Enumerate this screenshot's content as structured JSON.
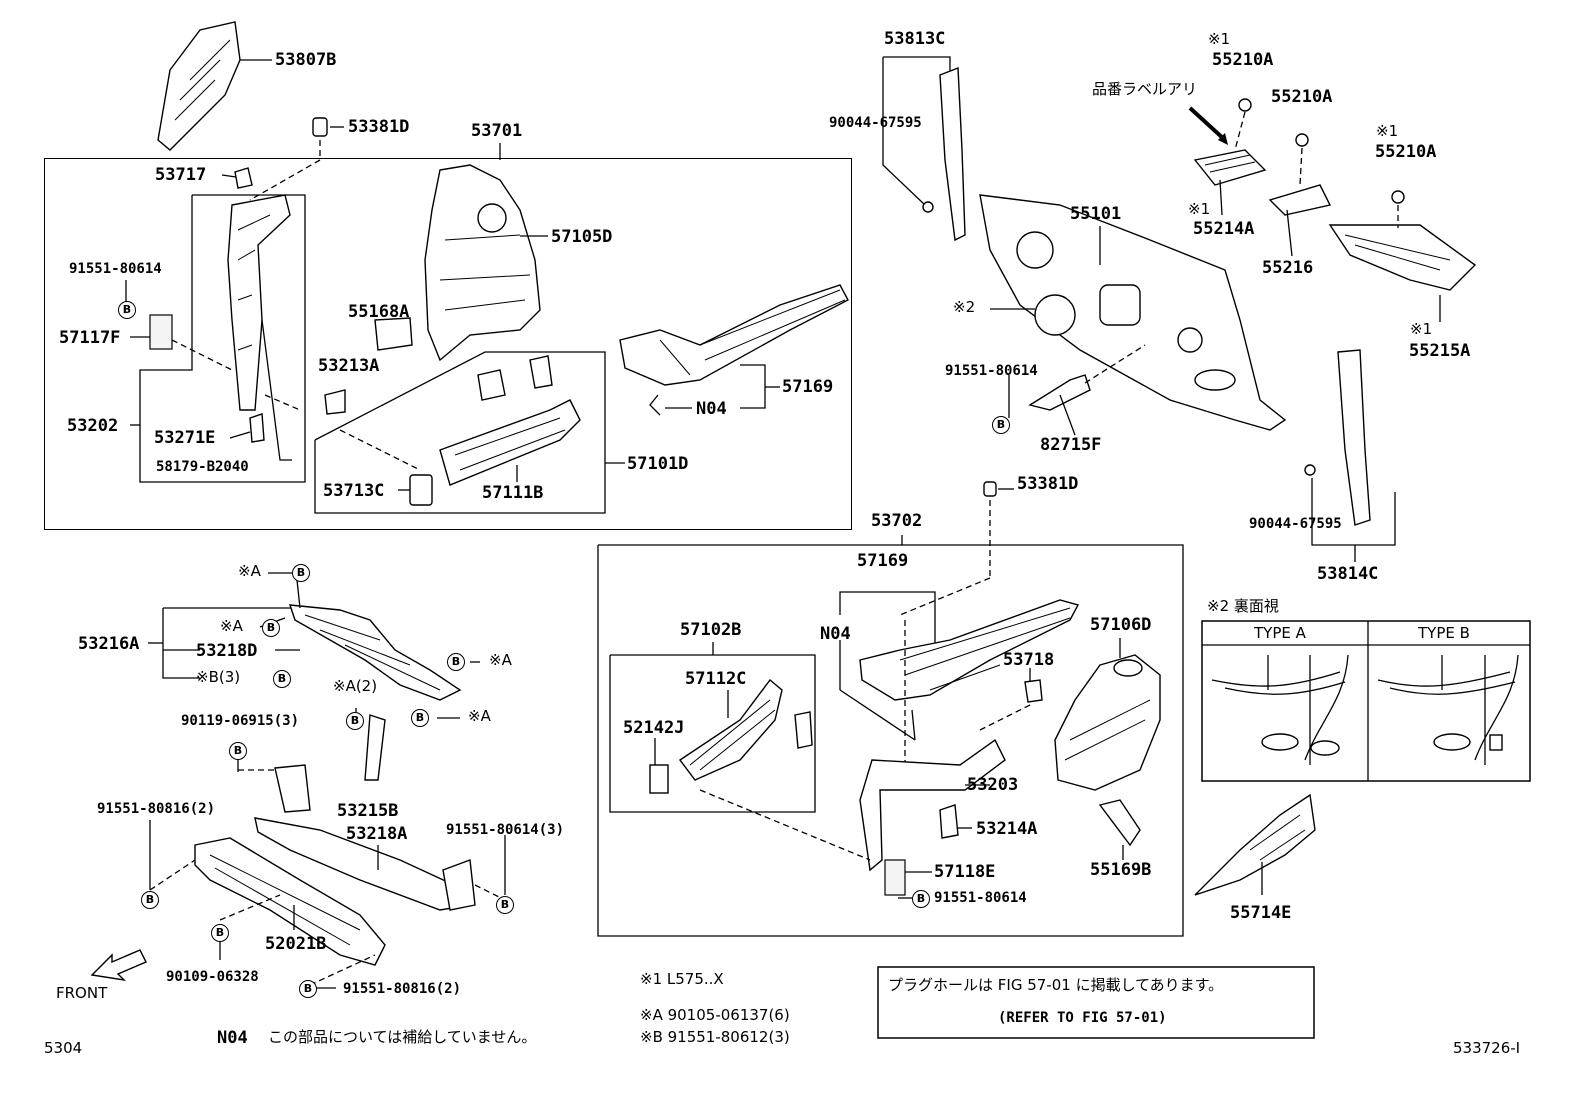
{
  "labels": {
    "p53807B": "53807B",
    "p53381D_a": "53381D",
    "p53701": "53701",
    "p53717": "53717",
    "p57105D": "57105D",
    "p91551_80614_a": "91551-80614",
    "p57117F": "57117F",
    "p55168A": "55168A",
    "p53213A": "53213A",
    "p53202": "53202",
    "p53271E": "53271E",
    "p58179": "58179-B2040",
    "p57169_a": "57169",
    "pN04_a": "N04",
    "p57101D": "57101D",
    "p53713C": "53713C",
    "p57111B": "57111B",
    "p53813C": "53813C",
    "p90044_a": "90044-67595",
    "p55101": "55101",
    "p_note2": "※2",
    "p91551_80614_b": "91551-80614",
    "p82715F": "82715F",
    "p55210A_1": "55210A",
    "p55210A_2": "55210A",
    "p55210A_3": "55210A",
    "p_note1_a": "※1",
    "p_note1_b": "※1",
    "p_note1_c": "※1",
    "p_note1_d": "※1",
    "p_label_jp": "品番ラベルアリ",
    "p55214A": "55214A",
    "p55216": "55216",
    "p55215A": "55215A",
    "p53381D_b": "53381D",
    "p90044_b": "90044-67595",
    "p53814C": "53814C",
    "p53702": "53702",
    "p57169_b": "57169",
    "pN04_b": "N04",
    "p57106D": "57106D",
    "p53718": "53718",
    "p57102B": "57102B",
    "p57112C": "57112C",
    "p52142J": "52142J",
    "p53203": "53203",
    "p53214A": "53214A",
    "p57118E": "57118E",
    "p55169B": "55169B",
    "p91551_80614_c": "91551-80614",
    "p55714E": "55714E",
    "p_xa1": "※A",
    "p_xa2": "※A",
    "p_xa3": "※A",
    "p_xa4": "※A",
    "p_xa5": "※A(2)",
    "p_xb": "※B(3)",
    "p53216A": "53216A",
    "p53218D": "53218D",
    "p90119": "90119-06915(3)",
    "p53215B": "53215B",
    "p53218A": "53218A",
    "p91551_80816_a": "91551-80816(2)",
    "p91551_80614_d": "91551-80614(3)",
    "p52021B": "52021B",
    "p90109": "90109-06328",
    "p91551_80816_b": "91551-80816(2)",
    "p_front": "FRONT",
    "p_page": "5304",
    "p_code": "533726-I"
  },
  "bolt_mark": "B",
  "legend": {
    "back_view": "※2 裏面視",
    "type_a": "TYPE A",
    "type_b": "TYPE B"
  },
  "footnotes": {
    "n1": "※1 L575..X",
    "na": "※A  90105-06137(6)",
    "nb": "※B  91551-80612(3)",
    "n04_code": "N04",
    "n04_text": "この部品については補給していません。"
  },
  "plug_note": {
    "line1": "プラグホールは FIG 57-01 に掲載してあります。",
    "line2": "(REFER TO FIG 57-01)"
  }
}
